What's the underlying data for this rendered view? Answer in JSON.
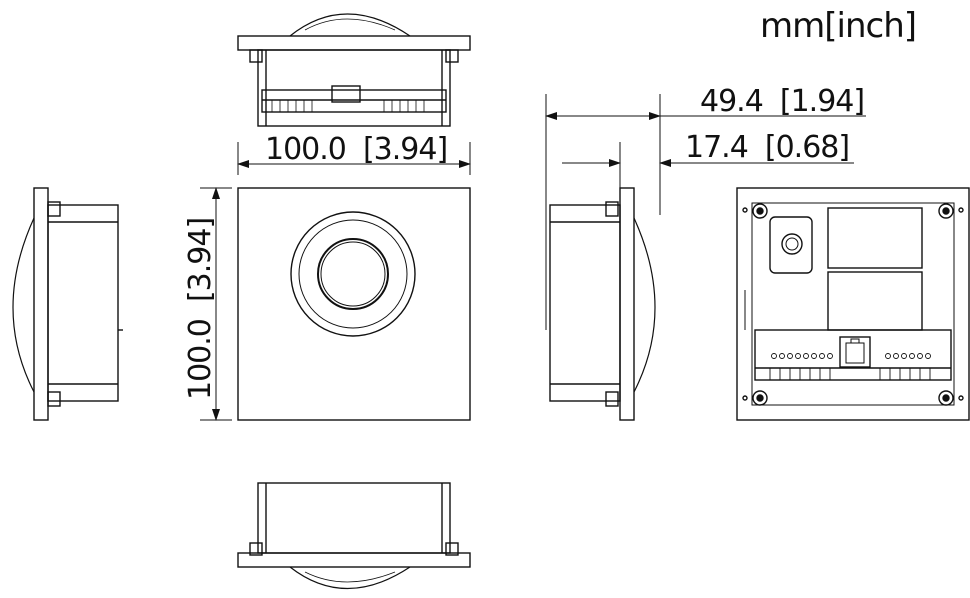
{
  "units": "mm[inch]",
  "dimensions": {
    "front_width": "100.0  [3.94]",
    "front_height": "100.0  [3.94]",
    "side_depth": "49.4  [1.94]",
    "side_lens": "17.4  [0.68]"
  },
  "colors": {
    "line": "#111111",
    "background": "#ffffff"
  }
}
